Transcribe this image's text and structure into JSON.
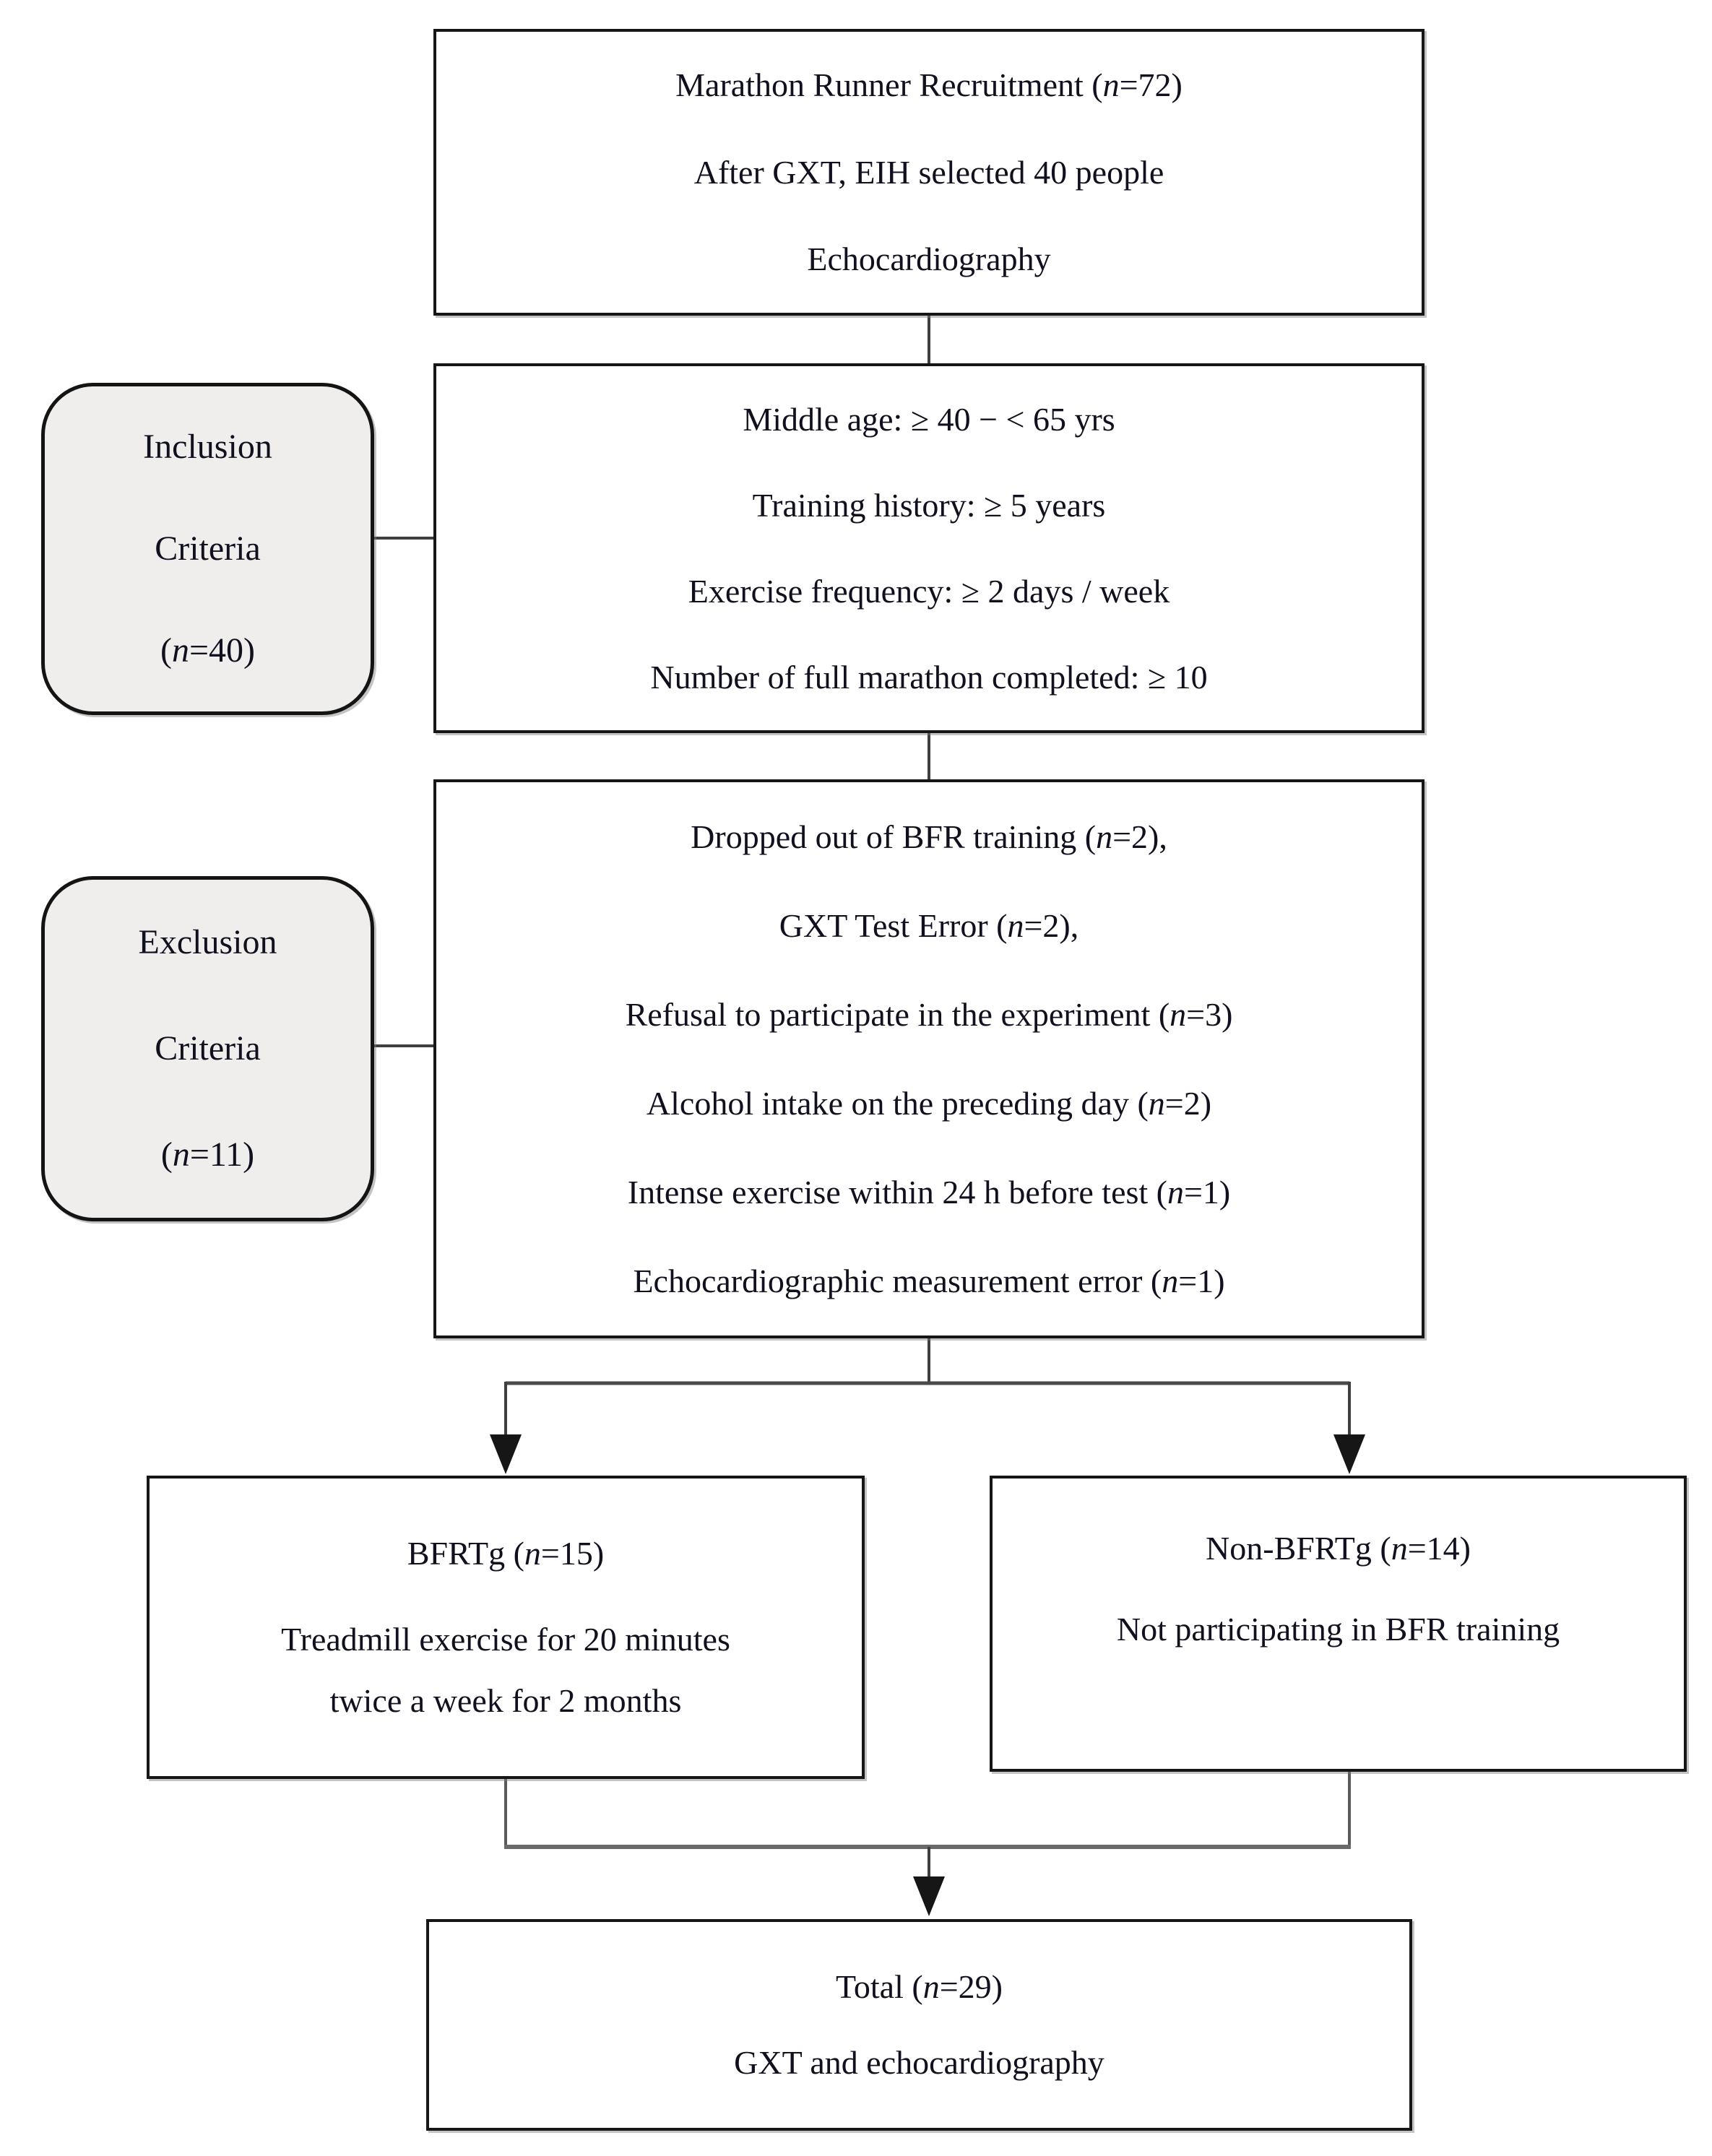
{
  "diagram": {
    "title_hint": "Participant recruitment flowchart",
    "recruitment_box": {
      "lines": [
        "Marathon Runner Recruitment (n=72)",
        "After GXT, EIH selected 40 people",
        "Echocardiography"
      ]
    },
    "inclusion_label": {
      "lines": [
        "Inclusion",
        "Criteria",
        "(n=40)"
      ]
    },
    "inclusion_box": {
      "lines": [
        "Middle age: ≥ 40 − < 65 yrs",
        "Training history: ≥ 5 years",
        "Exercise frequency: ≥ 2 days / week",
        "Number of full marathon completed: ≥ 10"
      ]
    },
    "exclusion_label": {
      "lines": [
        "Exclusion",
        "Criteria",
        "(n=11)"
      ]
    },
    "exclusion_box": {
      "lines": [
        "Dropped out of BFR training (n=2),",
        "GXT Test Error (n=2),",
        "Refusal to participate in the experiment (n=3)",
        "Alcohol intake on the preceding day (n=2)",
        "Intense exercise within 24 h before test (n=1)",
        "Echocardiographic measurement error (n=1)"
      ]
    },
    "bfrtg_box": {
      "lines": [
        "BFRTg (n=15)",
        "Treadmill exercise for 20 minutes",
        "twice a week for 2 months"
      ]
    },
    "non_bfrtg_box": {
      "lines": [
        "Non-BFRTg (n=14)",
        "Not participating in BFR training"
      ]
    },
    "total_box": {
      "lines": [
        "Total (n=29)",
        "GXT and echocardiography"
      ]
    },
    "colors": {
      "box_border": "#161616",
      "label_fill": "#efeeec",
      "connector": "#3f3f3f",
      "text": "#10101e",
      "background": "#ffffff"
    }
  }
}
